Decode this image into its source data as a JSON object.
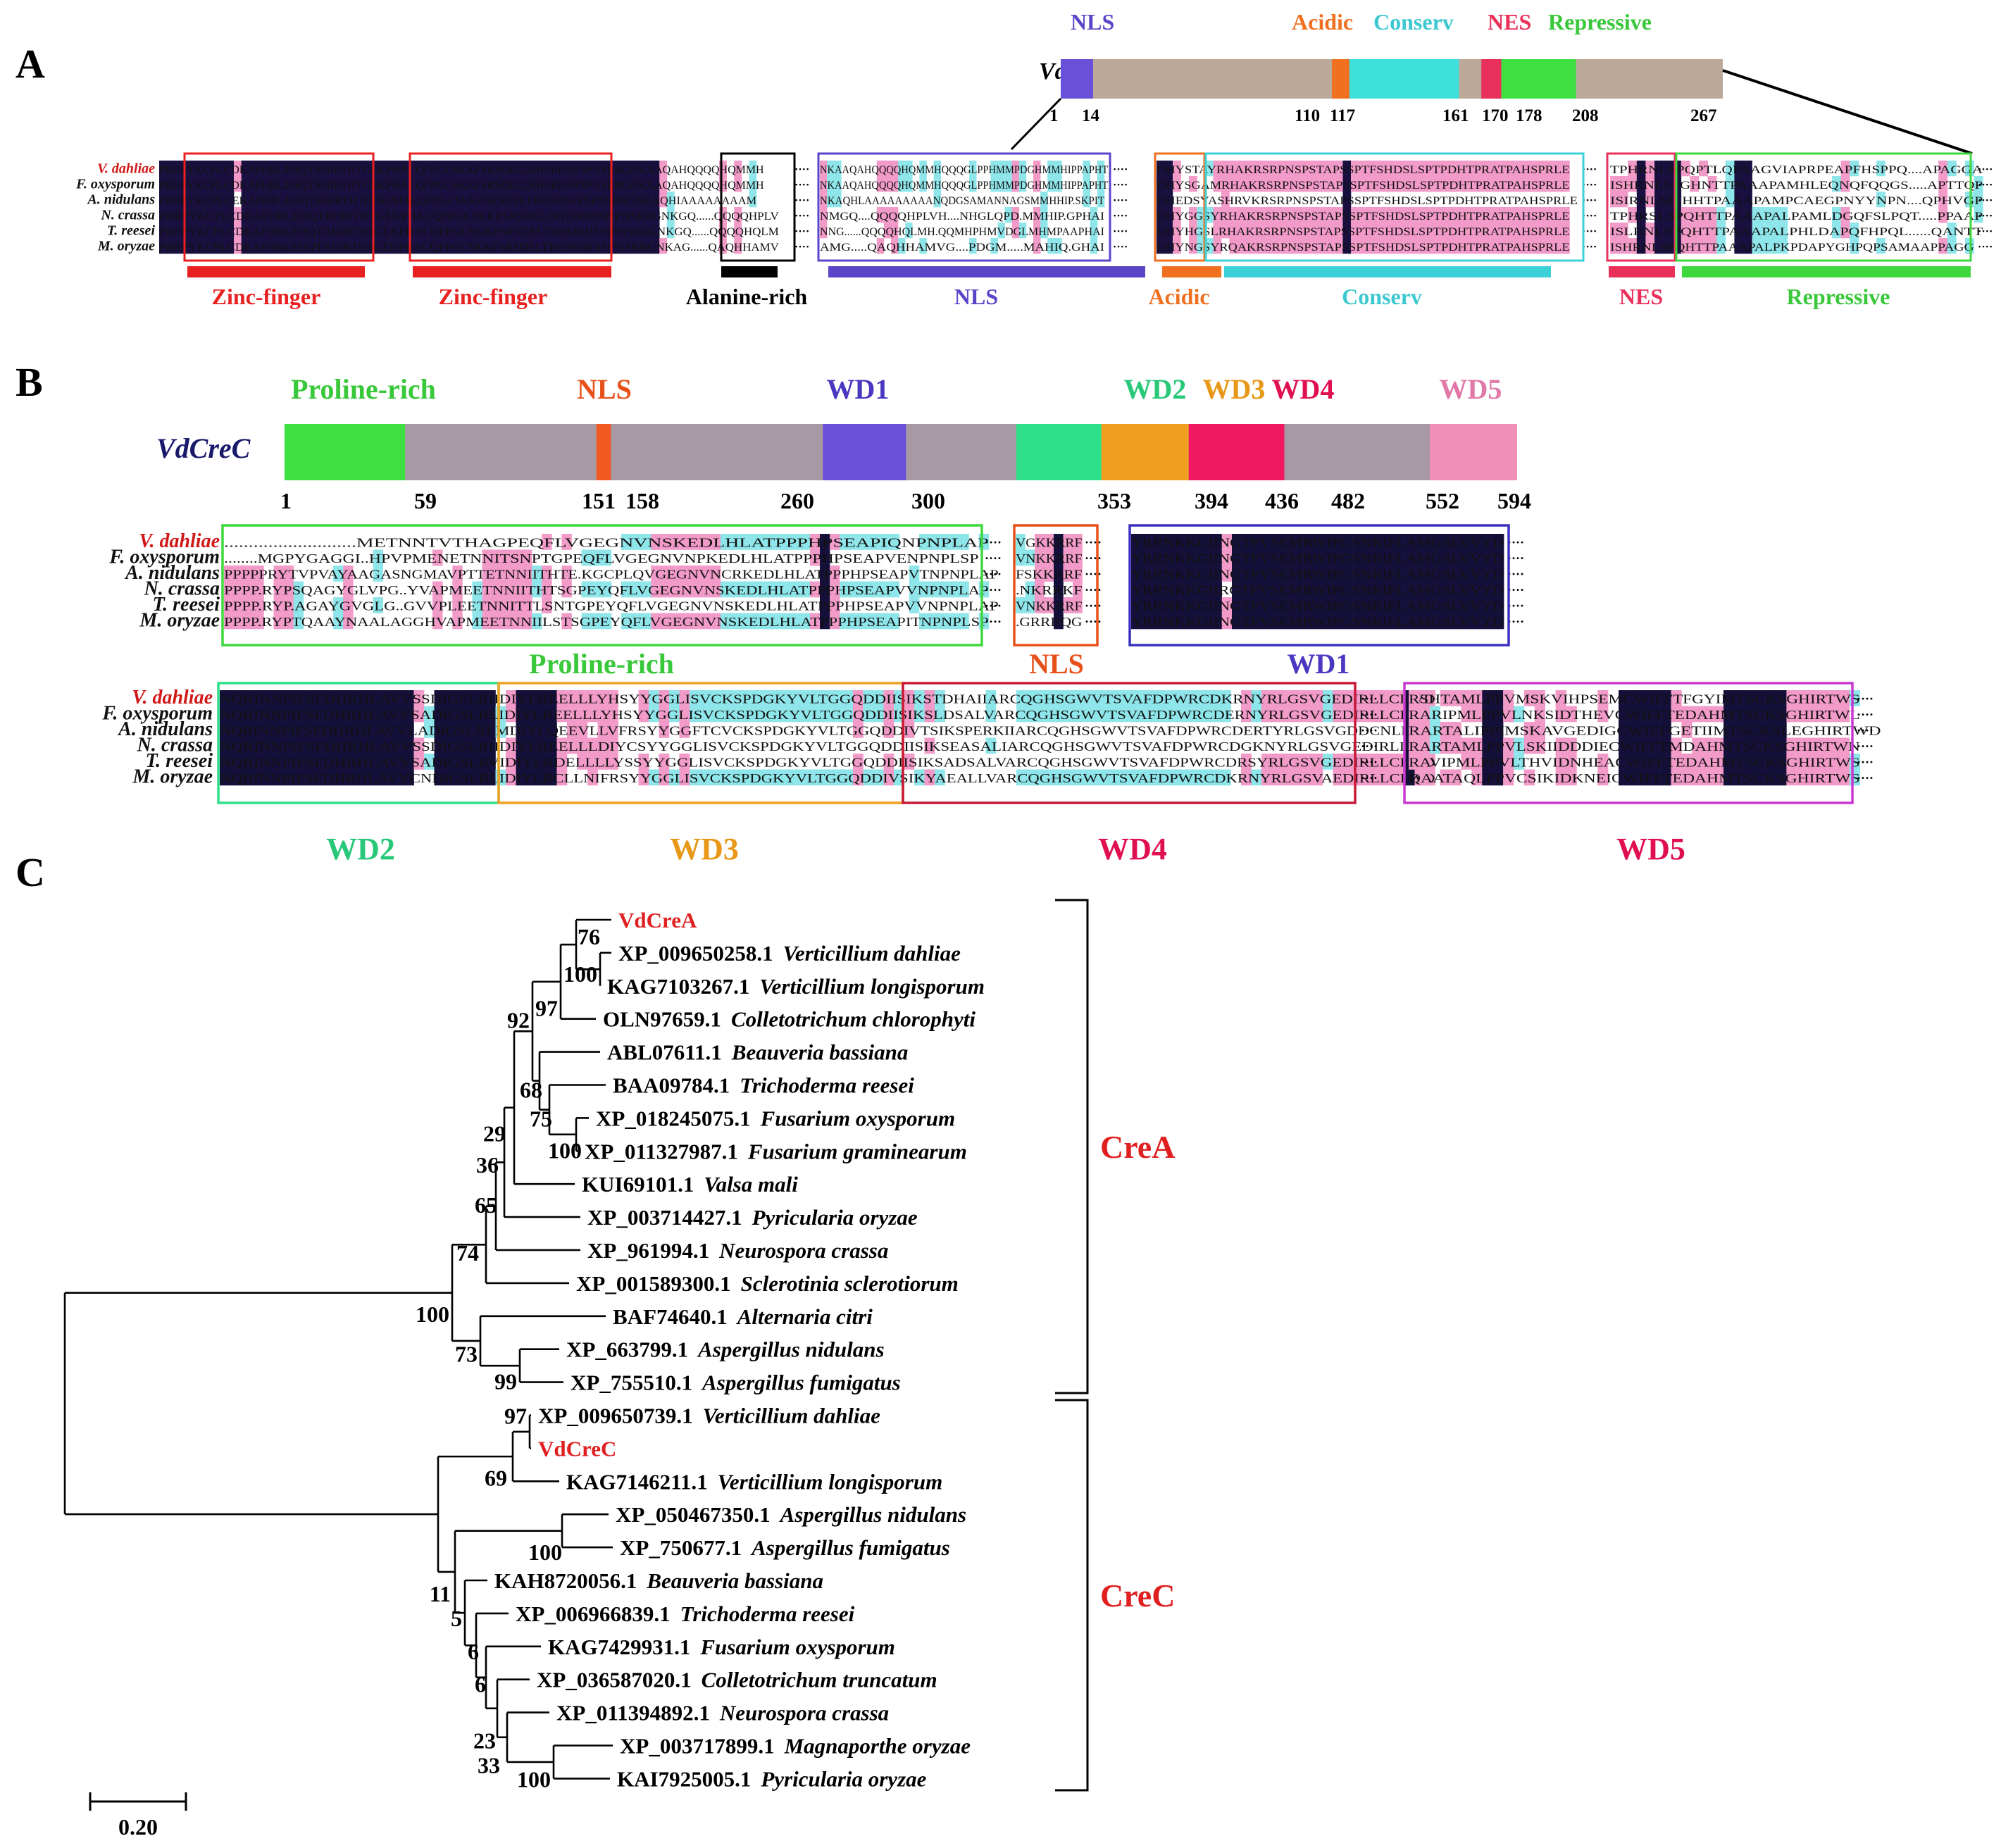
{
  "panel_a": {
    "letter": "A",
    "protein": "VdCreA",
    "domains": [
      {
        "label": "NLS",
        "start": 1,
        "end": 14,
        "color": "#6a4fd8",
        "label_color": "#5a44c8"
      },
      {
        "label": "Acidic",
        "start": 110,
        "end": 117,
        "color": "#f07020",
        "label_color": "#f07020"
      },
      {
        "label": "Conserv",
        "start": 117,
        "end": 161,
        "color": "#3fe0dc",
        "label_color": "#3cc8d0"
      },
      {
        "label": "NES",
        "start": 170,
        "end": 178,
        "color": "#e8305a",
        "label_color": "#e8305a"
      },
      {
        "label": "Repressive",
        "start": 178,
        "end": 208,
        "color": "#3de040",
        "label_color": "#38c83a"
      }
    ],
    "backbone_color": "#bca898",
    "length": 267,
    "positions": [
      "1",
      "14",
      "110",
      "117",
      "161",
      "170",
      "178",
      "208",
      "267"
    ],
    "species": [
      "V. dahliae",
      "F. oxysporum",
      "A. nidulans",
      "N. crassa",
      "T. reesei",
      "M. oryzae"
    ],
    "alignment_rows": [
      "PRRPYKCPLCDKAFHRLEHQTRHIRTHTGEKPHACQFPGCSKKFSRSDELTRHSRIHNNPNSRRGNKAAQAHQQQQHQMMH",
      "PRRPYKCPLCDKAFHRLEHQTRHIRTHTGEKPHACQFPGCSKKFSRSDELTRHSRIHNNPNSRRGNKAAQAHQQQQHQMMH",
      "PRRPYKCPLCEKAFHRLEHQTRHIRTHTGEKPHACQFPGCSKKFSRSDELTRHSRIHNNPNSRRGNKAQHIAAAAAAAAM",
      "PRRPYKCPLCDKAFHRLEHQTRHIRTHTGEKPHACQFPGCSKKFSRSDELTRHSRIHNNPNSRRGNKGQ......QQQQHPLV",
      "PRRPYKCPLCDKAFHRLEHQTRHIRTHTGEKPHACQFPGCSKKFSRSDELTRHSRIHNNPNSRRGNKGQ......QQQQHQLM",
      "PRRPYKCPLCDKAFHRLEHQTRHIRTHTGEKPHACQFPGCSKKFSRSDELTRHSRIHNNPNSRRGNKAG......QAQHHAMV"
    ],
    "alignment_rows_2": [
      "NKAAQAHQQQQHQMMHQQQGLPPHMMPDGHMMHIPPAPHTI",
      "NKAAQAHQQQQHQMMHQQQGLPPHMMPDGHMMHIPPAPHTI",
      "NKAQHLAAAAAAAAANQDGSAMANNAGSMMHHIP.SKPIT",
      "NMGQ....QQQQHPLVH....NHGLQPD.MMHIP.GPHAI",
      "NNG......QQQQHQLMH.QQMHPHMVDGLMHMPAAPHAI",
      "AMG.....QAQHHAMVG....PDGM.....MAHIQ.GHAI"
    ],
    "alignment_rows_3": [
      "DHYSTAYRHAKRSRPNSPSTAPSSPTFSHDSLSPTPDHTPRATPAHSPRLE",
      "DHYSGAMRHAKRSRPNSPSTAPSSPTFSHDSLSPTPDHTPRATPAHSPRLE",
      "DHEDSYASHRVKRSRPNSPSTAPSSPTFSHDSLSPTPDHTPRATPAHSPRLE",
      "DHYGGSYRHAKRSRPNSPSTAPSSPTFSHDSLSPTPDHTPRATPAHSPRLE",
      "DHYHGSLRHAKRSRPNSPSTAPSSPTFSHDSLSPTPDHTPRATPAHSPRLE",
      "DHYNGSYRQAKRSRPNSPSTAPSSPTFSHDSLSPTPDHTPRATPAHSPRLE"
    ],
    "alignment_rows_4": [
      "TPHRNLSPQPTLQPAAGVIAPRPEAPFHSPPQ....APAGGA",
      "ISHRNLSPGHNTTPAAAPAMHLEQNQFQQGS.....APTTQP",
      "ISIRNLSP..HHTPAAAPAMPCAEGPNYYNPN....QPHVGP",
      "TPHRSLSPQHTTPAAAPALPAMLDGQFSLPQT.....PPAAP",
      "ISLRNLSPQHTTPAAAPALPHLDAPQFHPQL......QANTT",
      "ISHRNLSPQHTTPAAAPALPKPDAPYGHPQPSAMAAPPAGG"
    ],
    "features": [
      "Zinc-finger",
      "Zinc-finger",
      "Alanine-rich",
      "NLS",
      "Acidic",
      "Conserv",
      "NES",
      "Repressive"
    ]
  },
  "panel_b": {
    "letter": "B",
    "protein": "VdCreC",
    "domains": [
      {
        "label": "Proline-rich",
        "start": 1,
        "end": 59,
        "color": "#3de040",
        "label_color": "#38c83a"
      },
      {
        "label": "NLS",
        "start": 151,
        "end": 158,
        "color": "#f05a20",
        "label_color": "#e8501a"
      },
      {
        "label": "WD1",
        "start": 260,
        "end": 300,
        "color": "#6a4fd8",
        "label_color": "#4a38c0"
      },
      {
        "label": "WD2",
        "start": 353,
        "end": 394,
        "color": "#2ee08a",
        "label_color": "#28c878"
      },
      {
        "label": "WD3",
        "start": 394,
        "end": 436,
        "color": "#f0a020",
        "label_color": "#e89818"
      },
      {
        "label": "WD4",
        "start": 436,
        "end": 482,
        "color": "#f01860",
        "label_color": "#e01050"
      },
      {
        "label": "WD5",
        "start": 552,
        "end": 594,
        "color": "#f090b8",
        "label_color": "#e078a8"
      }
    ],
    "backbone_color": "#a89aa4",
    "length": 594,
    "positions": [
      "1",
      "59",
      "151",
      "158",
      "260",
      "300",
      "353",
      "394",
      "436",
      "482",
      "552",
      "594"
    ],
    "species": [
      "V. dahliae",
      "F. oxysporum",
      "A. nidulans",
      "N. crassa",
      "T. reesei",
      "M. oryzae"
    ],
    "row1_seq": [
      "...........................METNNTVTHAGPEQFLVGEGNVNSKEDLHLATPPPHPSEAPIQNPNPLAP",
      "........MGPYGAGGI..HPVPMENETNNITSNPTGPEQFLVGEGNVNPKEDLHLATPPPHPSEAPVENPNPLSP",
      "PPPPPRYTVPVAYAAGASNGMAVPTTETNNIITHTE.KGCPLQVGEGNVNCRKEDLHLATPPPHPSEAPVTNPNPLAP",
      "PPPP.RYPSQAGYGLVPG..YVAPMEETNNIITHTSGPEYQFLVGEGNVNSKEDLHLATPPPHPSEAPVVNPNPLAP",
      "PPPP.RYP.AGAYGVGLG..GVVPLEETNNITTLSNTGPEYQFLVGEGNVNSKEDLHLATPPPHPSEAPVVNPNPLAP",
      "PPPP.RYPTQAAYNAALAGGHVAPMEETNNIILSTSGPEYQFLVGEGNVNSKEDLHLATPPPHPSEAPITNPNPLSP"
    ],
    "row1_nls": [
      "VGKKRRF",
      "VNKKRRF",
      "FSKKRRF",
      ".NKRRKF",
      "VNKKRRF",
      ".GRRRQG"
    ],
    "row1_wd1": [
      "YRRNKKGIINGTFVSEMRWIPGSNRIFLAMGSLVVYD",
      "YRRNKKGIINGTFVSEMRWIPGSNRIFLAMGSLVVYD",
      "YRRNKKGIINGTFVSEMRWIPGSNRIFLAMGSLVVYD",
      "YRRNKKGIIRGTFVSEMRWIPGSNRIFLAMGSLVVYD",
      "YRRNKKGIINGTFVSEMRWIPGSNRIFLAMGSLVVYD",
      "YRRNKKGIINGTFVSEMRWIPGSNRIFLAMGSLVVYD"
    ],
    "row2_seq": [
      "NQRINNPIFSFDHRHLAVVSSDIGSLRIIDIYLREELLLYHSYYGGLISVCKSPDGKYVLTGGQDDIISIKSTDHAIIARCQGHSGWVTSVAFDPWRCDKRNYRLGSVGEDIRLLCLWD",
      "NQRINNPIFSFDHRHLAVVSADIGSLRLIDIYLREELLLYHSYYGGLISVCKSPDGKYVLTGGQDDIISIKSLDSALVARCQGHSGWVTSVAFDPWRCDERNYRLGSVGEDIRLLCLWD",
      "NQRINNPIFSFDHRHLAVVLADIGSLRLMDIYLQEEVLLVFRSYYGGFTCVCKSPDGKYVLTGGQDDIVTSIKSPERKIIARCQGHSGWVTSVAFDPWRCDERTYRLGSVGDDCNLLLWD",
      "NQRINNPIFSFDHRHLAVVSSDIGSLRIIDIYLREELLLDIYCSYYGGLISVCKSPDGKYVLTGGQDDIISIKSEASALIARCQGHSGWVTSVAFDPWRCDGKNYRLGSVGEDIRLLCLWD",
      "NQRINNPIFSFDHRHLAVVSADIGSLRVIDIYLRDELLLLYSSYYGGLISVCKSPDGKYVLTGGQDDIISIKSADSALVARCQGHSGWVTSVAFDPWRCDRSYRLGSVGEDIRLLCLWD",
      "NQRINNPIFSFDHRHLAVVCNDIGSLRLIDIYLRCLLNIFRSYYGGLISVCKSPDGKYVLTGGQDDIVSIKYAEALLVARCQGHSGWVTSVAFDPWRCDKRNYRLGSVAEDIRLLCLWD"
    ],
    "row2_wd5": [
      "RSHTAMLPPVMSKVIHPSEMCWIFFTFGYIMTSCKSGHIRTWS",
      "RARIPMLPPVLNKSIDTHEVCWIFFTEDAHMTSCKSGHIRTWL",
      "RARTALIPPIMSKAVGEDIGCWIFFGETIIMTSCKSLEGHIRTWD",
      "RARTAMLPPVLSKIIDDDIECWIFFTMDAHMTSCKSGHIRTWN",
      "RAVIPMLPPVLTHVIDNHEACWIFFTEDAHMTSCKSGHIRTWS",
      "QAATAQLPPVCSIKIDKNEICWIFFTEDAHMTSCKSGHIRTWS"
    ],
    "features": [
      "Proline-rich",
      "NLS",
      "WD1",
      "WD2",
      "WD3",
      "WD4",
      "WD5"
    ]
  },
  "panel_c": {
    "letter": "C",
    "scale_label": "0.20",
    "scale_value": 0.2,
    "clades": [
      {
        "label": "CreA",
        "color": "#e02020"
      },
      {
        "label": "CreC",
        "color": "#e02020"
      }
    ],
    "leaves": [
      {
        "acc": "VdCreA",
        "species": "",
        "highlight": true
      },
      {
        "acc": "XP_009650258.1",
        "species": "Verticillium dahliae",
        "highlight": false
      },
      {
        "acc": "KAG7103267.1",
        "species": "Verticillium longisporum",
        "highlight": false
      },
      {
        "acc": "OLN97659.1",
        "species": "Colletotrichum chlorophyti",
        "highlight": false
      },
      {
        "acc": "ABL07611.1",
        "species": "Beauveria bassiana",
        "highlight": false
      },
      {
        "acc": "BAA09784.1",
        "species": "Trichoderma reesei",
        "highlight": false
      },
      {
        "acc": "XP_018245075.1",
        "species": "Fusarium oxysporum",
        "highlight": false
      },
      {
        "acc": "XP_011327987.1",
        "species": "Fusarium graminearum",
        "highlight": false
      },
      {
        "acc": "KUI69101.1",
        "species": "Valsa mali",
        "highlight": false
      },
      {
        "acc": "XP_003714427.1",
        "species": "Pyricularia oryzae",
        "highlight": false
      },
      {
        "acc": "XP_961994.1",
        "species": "Neurospora crassa",
        "highlight": false
      },
      {
        "acc": "XP_001589300.1",
        "species": "Sclerotinia sclerotiorum",
        "highlight": false
      },
      {
        "acc": "BAF74640.1",
        "species": "Alternaria citri",
        "highlight": false
      },
      {
        "acc": "XP_663799.1",
        "species": "Aspergillus nidulans",
        "highlight": false
      },
      {
        "acc": "XP_755510.1",
        "species": "Aspergillus fumigatus",
        "highlight": false
      },
      {
        "acc": "XP_009650739.1",
        "species": "Verticillium dahliae",
        "highlight": false
      },
      {
        "acc": "VdCreC",
        "species": "",
        "highlight": true
      },
      {
        "acc": "KAG7146211.1",
        "species": "Verticillium longisporum",
        "highlight": false
      },
      {
        "acc": "XP_050467350.1",
        "species": "Aspergillus nidulans",
        "highlight": false
      },
      {
        "acc": "XP_750677.1",
        "species": "Aspergillus fumigatus",
        "highlight": false
      },
      {
        "acc": "KAH8720056.1",
        "species": "Beauveria bassiana",
        "highlight": false
      },
      {
        "acc": "XP_006966839.1",
        "species": "Trichoderma reesei",
        "highlight": false
      },
      {
        "acc": "KAG7429931.1",
        "species": "Fusarium oxysporum",
        "highlight": false
      },
      {
        "acc": "XP_036587020.1",
        "species": "Colletotrichum truncatum",
        "highlight": false
      },
      {
        "acc": "XP_011394892.1",
        "species": "Neurospora crassa",
        "highlight": false
      },
      {
        "acc": "XP_003717899.1",
        "species": "Magnaporthe oryzae",
        "highlight": false
      },
      {
        "acc": "KAI7925005.1",
        "species": "Pyricularia oryzae",
        "highlight": false
      }
    ],
    "bootstrap": [
      "76",
      "100",
      "97",
      "92",
      "68",
      "75",
      "100",
      "29",
      "36",
      "65",
      "74",
      "100",
      "73",
      "99",
      "97",
      "69",
      "100",
      "11",
      "5",
      "6",
      "6",
      "23",
      "33",
      "100"
    ]
  }
}
